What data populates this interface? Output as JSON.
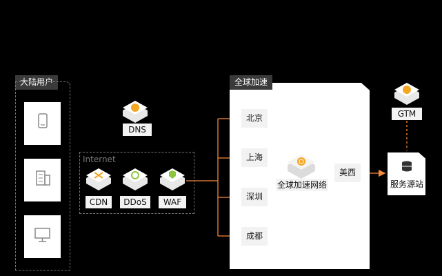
{
  "groups": {
    "mainland_users": "大陆用户",
    "global_acceleration": "全球加速",
    "internet": "Internet"
  },
  "nodes": {
    "dns": "DNS",
    "cdn": "CDN",
    "ddos": "DDoS",
    "waf": "WAF",
    "global_network": "全球加速网络",
    "us_west": "美西",
    "gtm": "GTM",
    "origin": "服务源站"
  },
  "cities": [
    "北京",
    "上海",
    "深圳",
    "成都"
  ],
  "colors": {
    "accent": "#f58a3a",
    "background": "#000000",
    "icon_orange": "#f5a623",
    "icon_green": "#8cc63f"
  }
}
